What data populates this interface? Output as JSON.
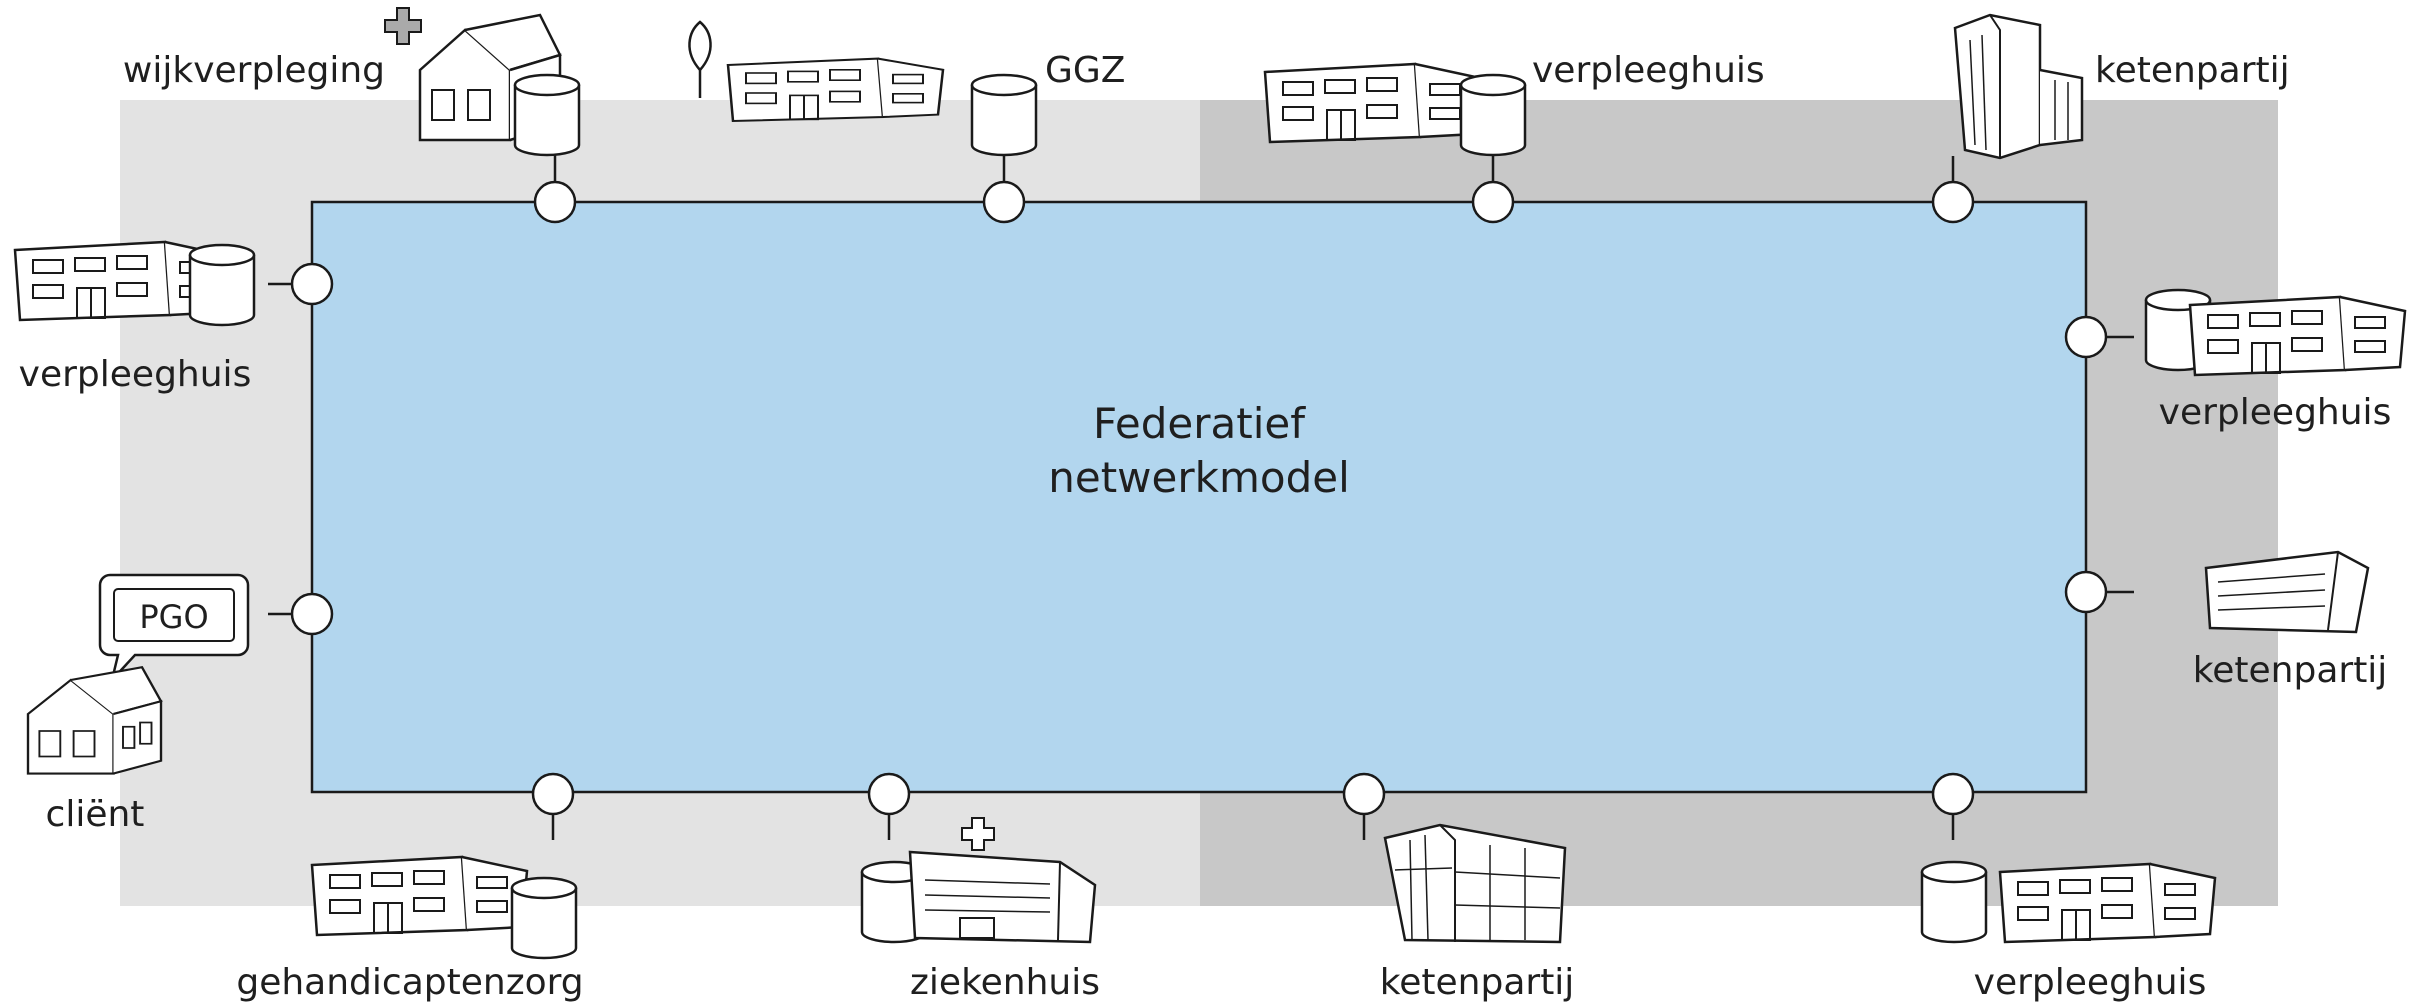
{
  "center": {
    "line1": "Federatief",
    "line2": "netwerkmodel"
  },
  "colors": {
    "zone_left": "#e3e3e3",
    "zone_right": "#c8c8c8",
    "network": "#b2d6ee",
    "stroke": "#1a1a1a",
    "text": "#1f1f1f"
  },
  "nodes": [
    {
      "id": "top-1",
      "label": "wijkverpleging",
      "icon": "house-with-cross-and-database-icon"
    },
    {
      "id": "top-2",
      "label": "GGZ",
      "icon": "building-with-leaf-and-database-icon"
    },
    {
      "id": "top-3",
      "label": "verpleeghuis",
      "icon": "building-with-database-icon"
    },
    {
      "id": "top-4",
      "label": "ketenpartij",
      "icon": "tower-building-icon"
    },
    {
      "id": "left-1",
      "label": "verpleeghuis",
      "icon": "building-with-database-icon"
    },
    {
      "id": "left-2",
      "label": "cliënt",
      "icon": "house-with-speech-bubble-icon",
      "bubble": "PGO"
    },
    {
      "id": "right-1",
      "label": "verpleeghuis",
      "icon": "building-with-database-icon"
    },
    {
      "id": "right-2",
      "label": "ketenpartij",
      "icon": "office-block-icon"
    },
    {
      "id": "bottom-1",
      "label": "gehandicaptenzorg",
      "icon": "building-with-database-icon"
    },
    {
      "id": "bottom-2",
      "label": "ziekenhuis",
      "icon": "hospital-with-cross-icon"
    },
    {
      "id": "bottom-3",
      "label": "ketenpartij",
      "icon": "glass-office-icon"
    },
    {
      "id": "bottom-4",
      "label": "verpleeghuis",
      "icon": "building-with-database-icon"
    }
  ]
}
